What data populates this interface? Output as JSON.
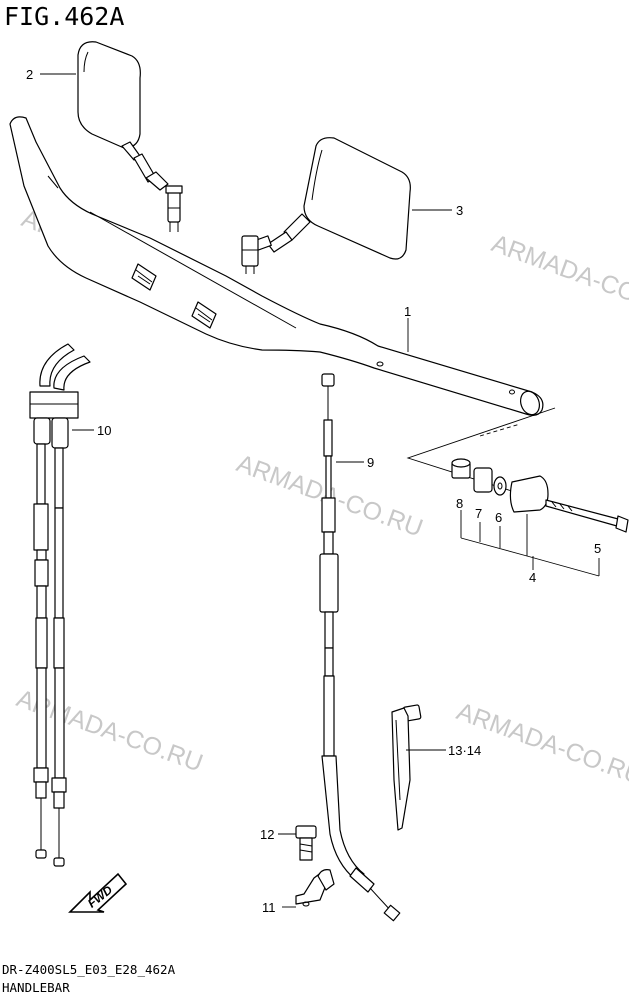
{
  "figure": {
    "title": "FIG.462A"
  },
  "footer": {
    "code": "DR-Z400SL5_E03_E28_462A",
    "name": "HANDLEBAR"
  },
  "watermark": {
    "text": "ARMADA-CO.RU"
  },
  "fwd_label": "FWD",
  "callouts": {
    "p1": "1",
    "p2": "2",
    "p3": "3",
    "p4": "4",
    "p5": "5",
    "p6": "6",
    "p7": "7",
    "p8": "8",
    "p9": "9",
    "p10": "10",
    "p11": "11",
    "p12": "12",
    "p13_14": "13·14"
  }
}
